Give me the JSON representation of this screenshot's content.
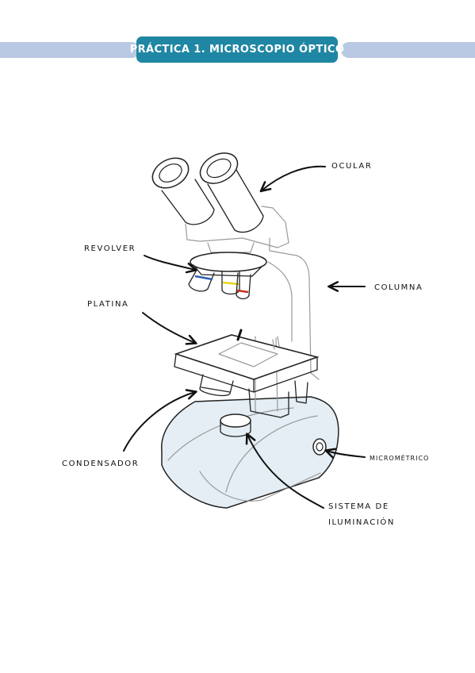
{
  "header": {
    "title": "PRÁCTICA 1. MICROSCOPIO ÓPTICO"
  },
  "colors": {
    "header_band": "#b9c9e3",
    "header_pill": "#1f86a3",
    "base_fill": "#e4eef4",
    "objective_blue": "#2c5fb0",
    "objective_yellow": "#e8d21c",
    "objective_red": "#cc3322"
  },
  "labels": {
    "ocular": "OCULAR",
    "revolver": "REVOLVER",
    "columna": "COLUMNA",
    "platina": "PLATINA",
    "condensador": "CONDENSADOR",
    "micrometrico": "MICROMÉTRICO",
    "sistema_line1": "SISTEMA DE",
    "sistema_line2": "ILUMINACIÓN"
  }
}
